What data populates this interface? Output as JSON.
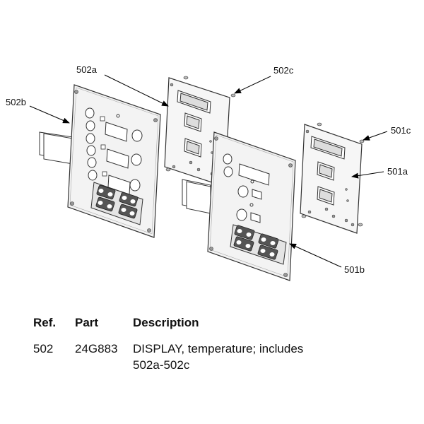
{
  "callouts": {
    "c502a": "502a",
    "c502c": "502c",
    "c502b": "502b",
    "c501c": "501c",
    "c501a": "501a",
    "c501b": "501b"
  },
  "table": {
    "headers": {
      "ref": "Ref.",
      "part": "Part",
      "description": "Description"
    },
    "rows": [
      {
        "ref": "502",
        "part": "24G883",
        "description_line1": "DISPLAY, temperature; includes",
        "description_line2": "502a-502c"
      }
    ]
  }
}
